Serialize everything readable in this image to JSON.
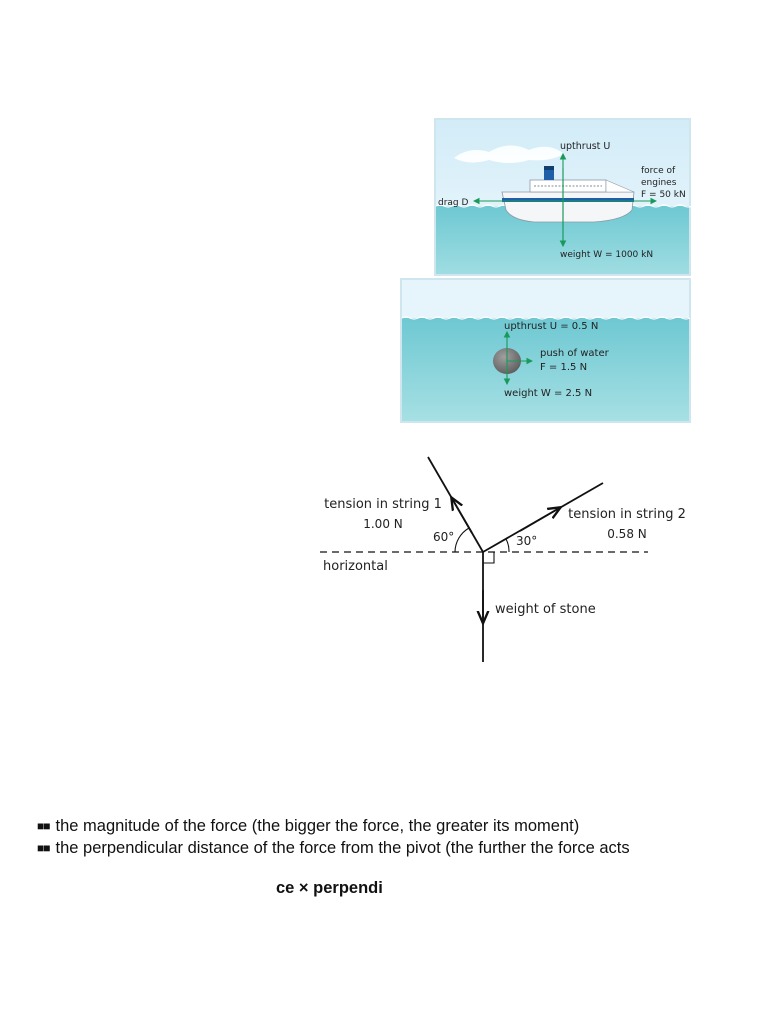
{
  "boat_figure": {
    "upthrust_label": "upthrust U",
    "engines_label_line1": "force of",
    "engines_label_line2": "engines",
    "engines_label_line3": "F = 50 kN",
    "drag_label": "drag D",
    "weight_label": "weight W = 1000 kN",
    "colors": {
      "sky": "#e4f3fb",
      "water": "#7fcfd6",
      "arrow": "#1a9a5a"
    }
  },
  "stone_figure": {
    "upthrust_label": "upthrust U = 0.5 N",
    "push_label_line1": "push of water",
    "push_label_line2": "F = 1.5 N",
    "weight_label": "weight W = 2.5 N"
  },
  "tension_figure": {
    "string1_label_line1": "tension in string 1",
    "string1_label_line2": "1.00 N",
    "string2_label_line1": "tension in string 2",
    "string2_label_line2": "0.58 N",
    "angle1": "60°",
    "angle2": "30°",
    "horizontal_label": "horizontal",
    "weight_label": "weight of stone"
  },
  "text": {
    "bullet_symbol": "■■",
    "bullet1": "the magnitude of the force (the bigger the force, the greater its moment)",
    "bullet2": "the perpendicular distance of the force from the pivot (the further the force acts",
    "formula_fragment": "ce × perpendi"
  }
}
